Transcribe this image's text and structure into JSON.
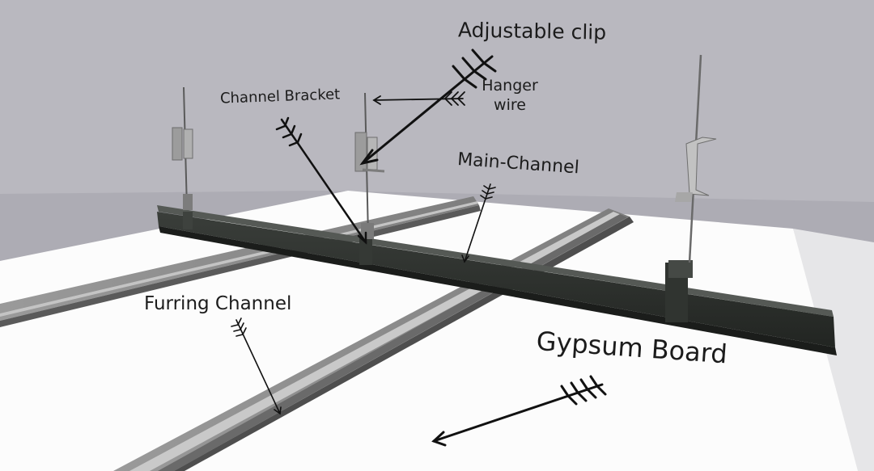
{
  "labels": {
    "adjustable_clip": "Adjustable clip",
    "hanger_wire": "Hanger wire",
    "channel_bracket": "Channel Bracket",
    "main_channel": "Main-Channel",
    "furring_channel": "Furring Channel",
    "gypsum_board": "Gypsum Board"
  },
  "colors": {
    "ceiling": "#b9b8bf",
    "board": "#fcfcfc",
    "main_channel": "#2b2e2b",
    "furring_channel": "#8a8a8a",
    "arrow": "#111111"
  }
}
